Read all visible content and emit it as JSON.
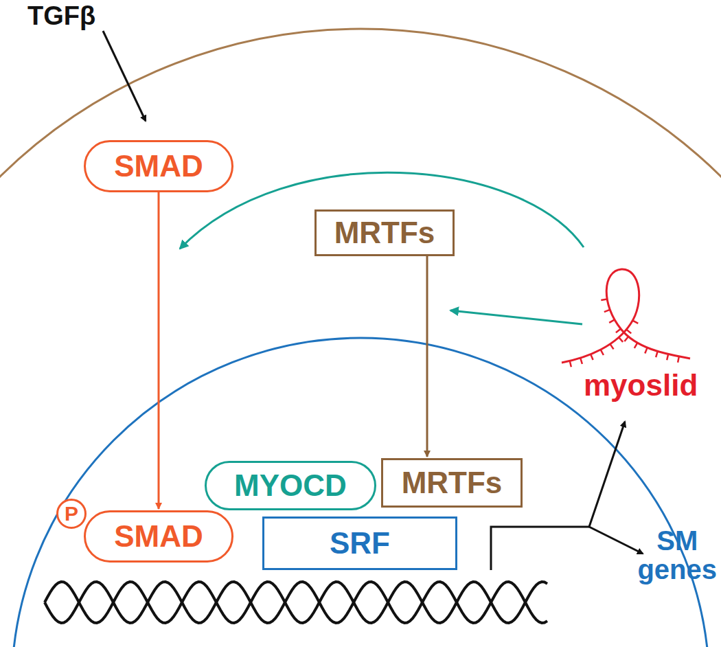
{
  "diagram": {
    "nodes": [
      {
        "text": [
          "SMAD"
        ]
      },
      {
        "text": [
          "MRTFs"
        ]
      },
      {
        "text": [
          "MYOCD"
        ]
      },
      {
        "text": [
          "MRTFs"
        ]
      },
      {
        "text": [
          "P"
        ]
      },
      {
        "text": [
          "SMAD"
        ]
      },
      {
        "text": [
          "SRF"
        ]
      }
    ],
    "edges": [
      {
        "from": 0,
        "to": 5,
        "arrow": "to"
      },
      {
        "from": 1,
        "to": 3,
        "arrow": "to"
      }
    ],
    "labels": [
      "TGFβ",
      "myoslid",
      "SM genes"
    ]
  }
}
